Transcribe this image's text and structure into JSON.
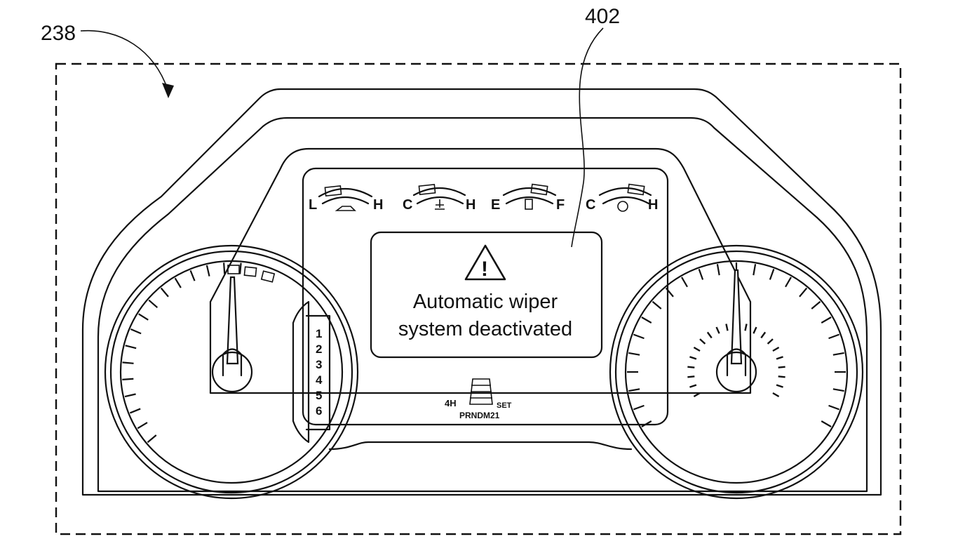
{
  "labels": {
    "ref_238": "238",
    "ref_402": "402"
  },
  "message": {
    "line1": "Automatic wiper",
    "line2": "system deactivated",
    "icon": "warning-triangle-icon"
  },
  "gauges_small": [
    {
      "left": "L",
      "right": "H",
      "icon": "oil-can-icon"
    },
    {
      "left": "C",
      "right": "H",
      "icon": "coolant-temp-icon"
    },
    {
      "left": "E",
      "right": "F",
      "icon": "fuel-pump-icon"
    },
    {
      "left": "C",
      "right": "H",
      "icon": "oil-temp-icon"
    }
  ],
  "gear_numbers": [
    "1",
    "2",
    "3",
    "4",
    "5",
    "6"
  ],
  "transmission": {
    "mode_label": "4H",
    "set_label": "SET",
    "gear_selector": "PRNDM21"
  },
  "colors": {
    "ink": "#111111",
    "background": "#ffffff"
  }
}
